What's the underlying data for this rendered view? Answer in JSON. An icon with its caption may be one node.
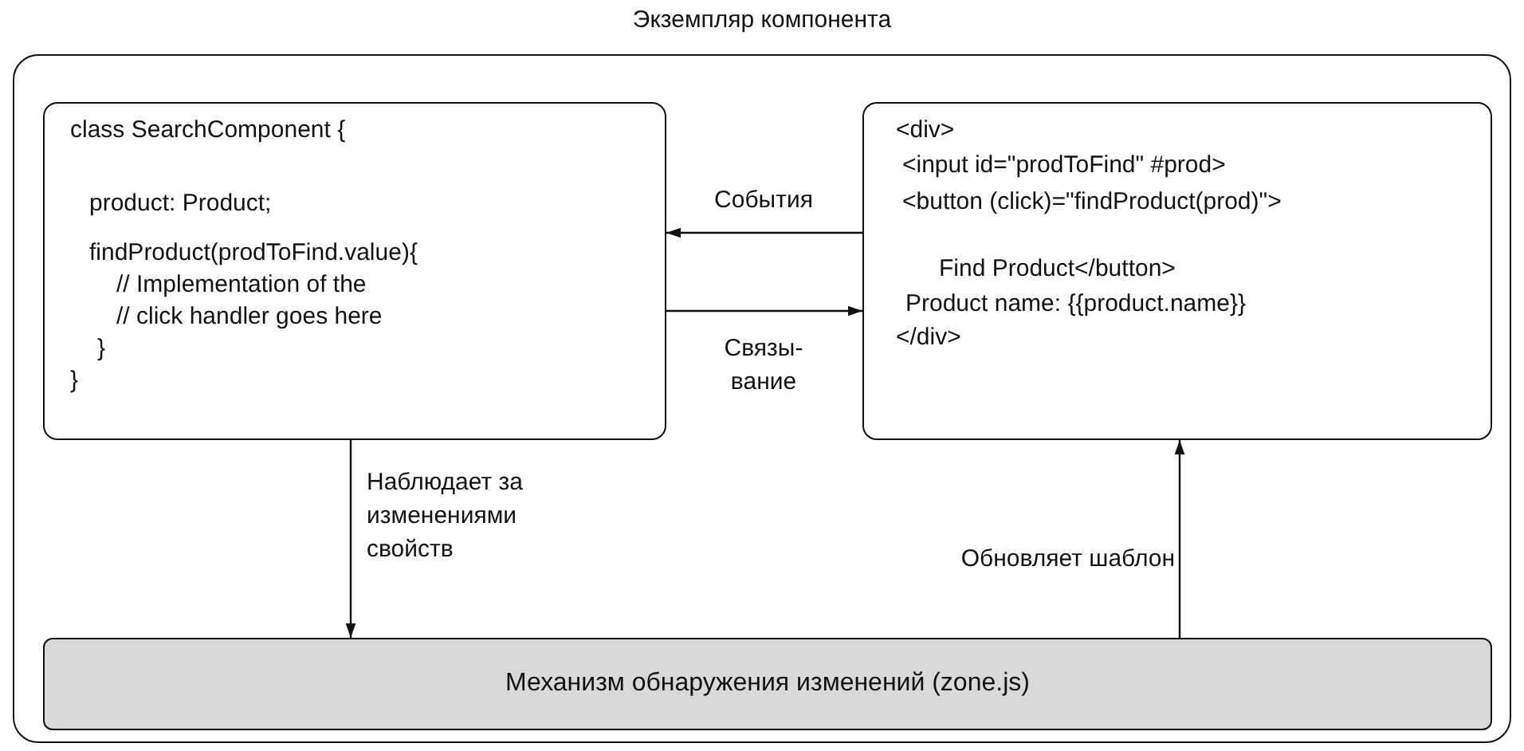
{
  "diagram": {
    "nodes": [
      {
        "text": [
          "Экземпляр компонента"
        ]
      },
      {
        "text": [
          "class SearchComponent {",
          "product: Product;",
          "findProduct(prodToFind.value){",
          "// Implementation of the",
          "// click handler goes here",
          "}",
          "}"
        ],
        "in": 0
      },
      {
        "text": [
          "<div>",
          "<input id=\"prodToFind\" #prod>",
          "<button (click)=\"findProduct(prod)\">",
          "Find Product</button>",
          "Product name: {{product.name}}",
          "</div>"
        ],
        "in": 0
      },
      {
        "text": [
          "Механизм обнаружения изменений (zone.js)"
        ],
        "in": 0
      }
    ],
    "edges": [
      {
        "from": 2,
        "to": 1,
        "arrow": "to",
        "label": "События"
      },
      {
        "from": 1,
        "to": 2,
        "arrow": "to",
        "label": "Связы- вание"
      },
      {
        "from": 1,
        "to": 3,
        "arrow": "to",
        "label": "Наблюдает за изменениями свойств"
      },
      {
        "from": 3,
        "to": 2,
        "arrow": "to",
        "label": "Обновляет шаблон"
      }
    ]
  }
}
